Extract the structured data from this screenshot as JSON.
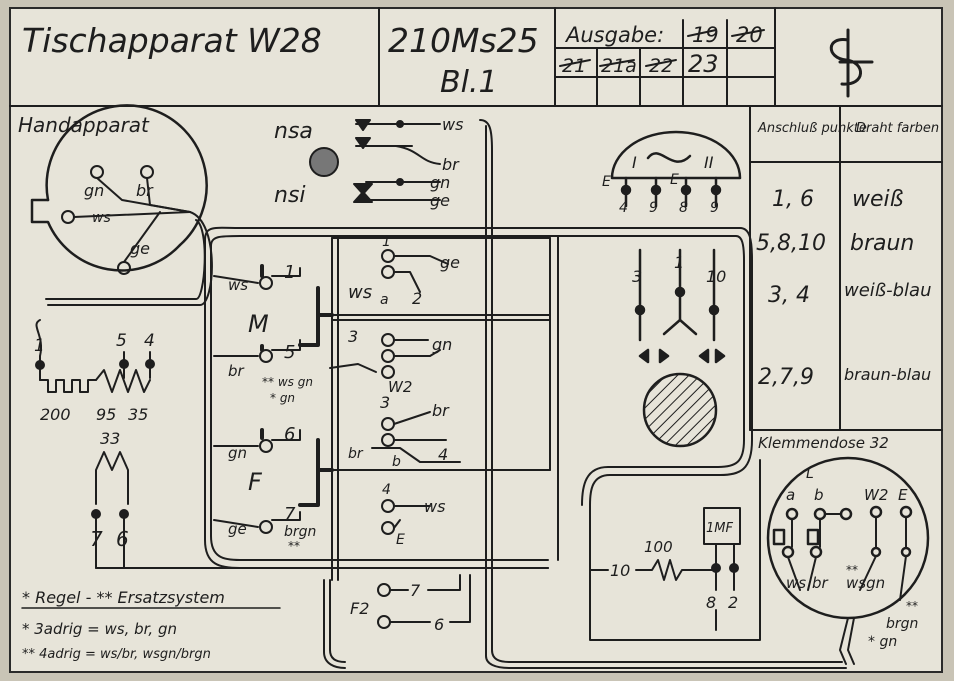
{
  "header": {
    "title": "Tischapparat W28",
    "code_top": "210Ms25",
    "code_bottom": "Bl.1",
    "ausgabe_label": "Ausgabe:",
    "ausgabe_values": [
      "19",
      "20",
      "21",
      "21a",
      "22",
      "23"
    ],
    "logo_letters": "SH"
  },
  "handapparat": {
    "label": "Handapparat",
    "capsule_labels": [
      "gn",
      "br",
      "ws",
      "ge"
    ],
    "terminals": [
      "1",
      "5",
      "4"
    ],
    "resistors": [
      "200",
      "95",
      "35"
    ],
    "coil": "33",
    "coil_terminals": [
      "7",
      "6"
    ]
  },
  "nummernschalter": {
    "label_top": "nsa",
    "label_bottom": "nsi",
    "wires": [
      "ws",
      "br",
      "gn",
      "ge"
    ]
  },
  "gabel": {
    "contacts": [
      "1",
      "5",
      "6",
      "7"
    ],
    "wires_left": [
      "ws",
      "br",
      "gn",
      "ge"
    ],
    "letters": [
      "M",
      "F"
    ],
    "note_wsgn": "** ws gn",
    "note_gn": "* gn",
    "note_brgn": "brgn",
    "note_brgn_star": "**"
  },
  "umschalter": {
    "contacts": [
      "1",
      "a",
      "2",
      "3",
      "3",
      "b",
      "4",
      "4"
    ],
    "wires": [
      "ge",
      "ws",
      "gn",
      "br",
      "br",
      "ws"
    ],
    "labels": [
      "W2",
      "E"
    ]
  },
  "wecker": {
    "coils": [
      "I",
      "II"
    ],
    "terminal_labels": [
      "E",
      "E"
    ],
    "terminals": [
      "4",
      "9",
      "8",
      "9"
    ],
    "lower_terminals": [
      "3",
      "1",
      "10"
    ]
  },
  "kondensator": {
    "label": "1MF",
    "resistor": "100",
    "terminals": [
      "10",
      "8",
      "2"
    ]
  },
  "f2": {
    "label": "F2",
    "terminals": [
      "7",
      "6"
    ]
  },
  "legend_table": {
    "col1": "Anschluß punkte",
    "col2": "Draht farben",
    "rows": [
      {
        "pts": "1, 6",
        "color": "weiß"
      },
      {
        "pts": "5,8,10",
        "color": "braun"
      },
      {
        "pts": "3, 4",
        "color": "weiß-blau"
      },
      {
        "pts": "2,7,9",
        "color": "braun-blau"
      }
    ]
  },
  "klemmendose": {
    "title": "Klemmendose 32",
    "labels": [
      "L",
      "a",
      "b",
      "W2",
      "E"
    ],
    "bottom": [
      "ws",
      "br",
      "**",
      "wsgn"
    ],
    "cable": [
      "**",
      "brgn",
      "* gn"
    ]
  },
  "notes": {
    "line1": "* Regel - ** Ersatzsystem",
    "line2": "* 3adrig = ws, br, gn",
    "line3": "** 4adrig = ws/br, wsgn/brgn"
  }
}
